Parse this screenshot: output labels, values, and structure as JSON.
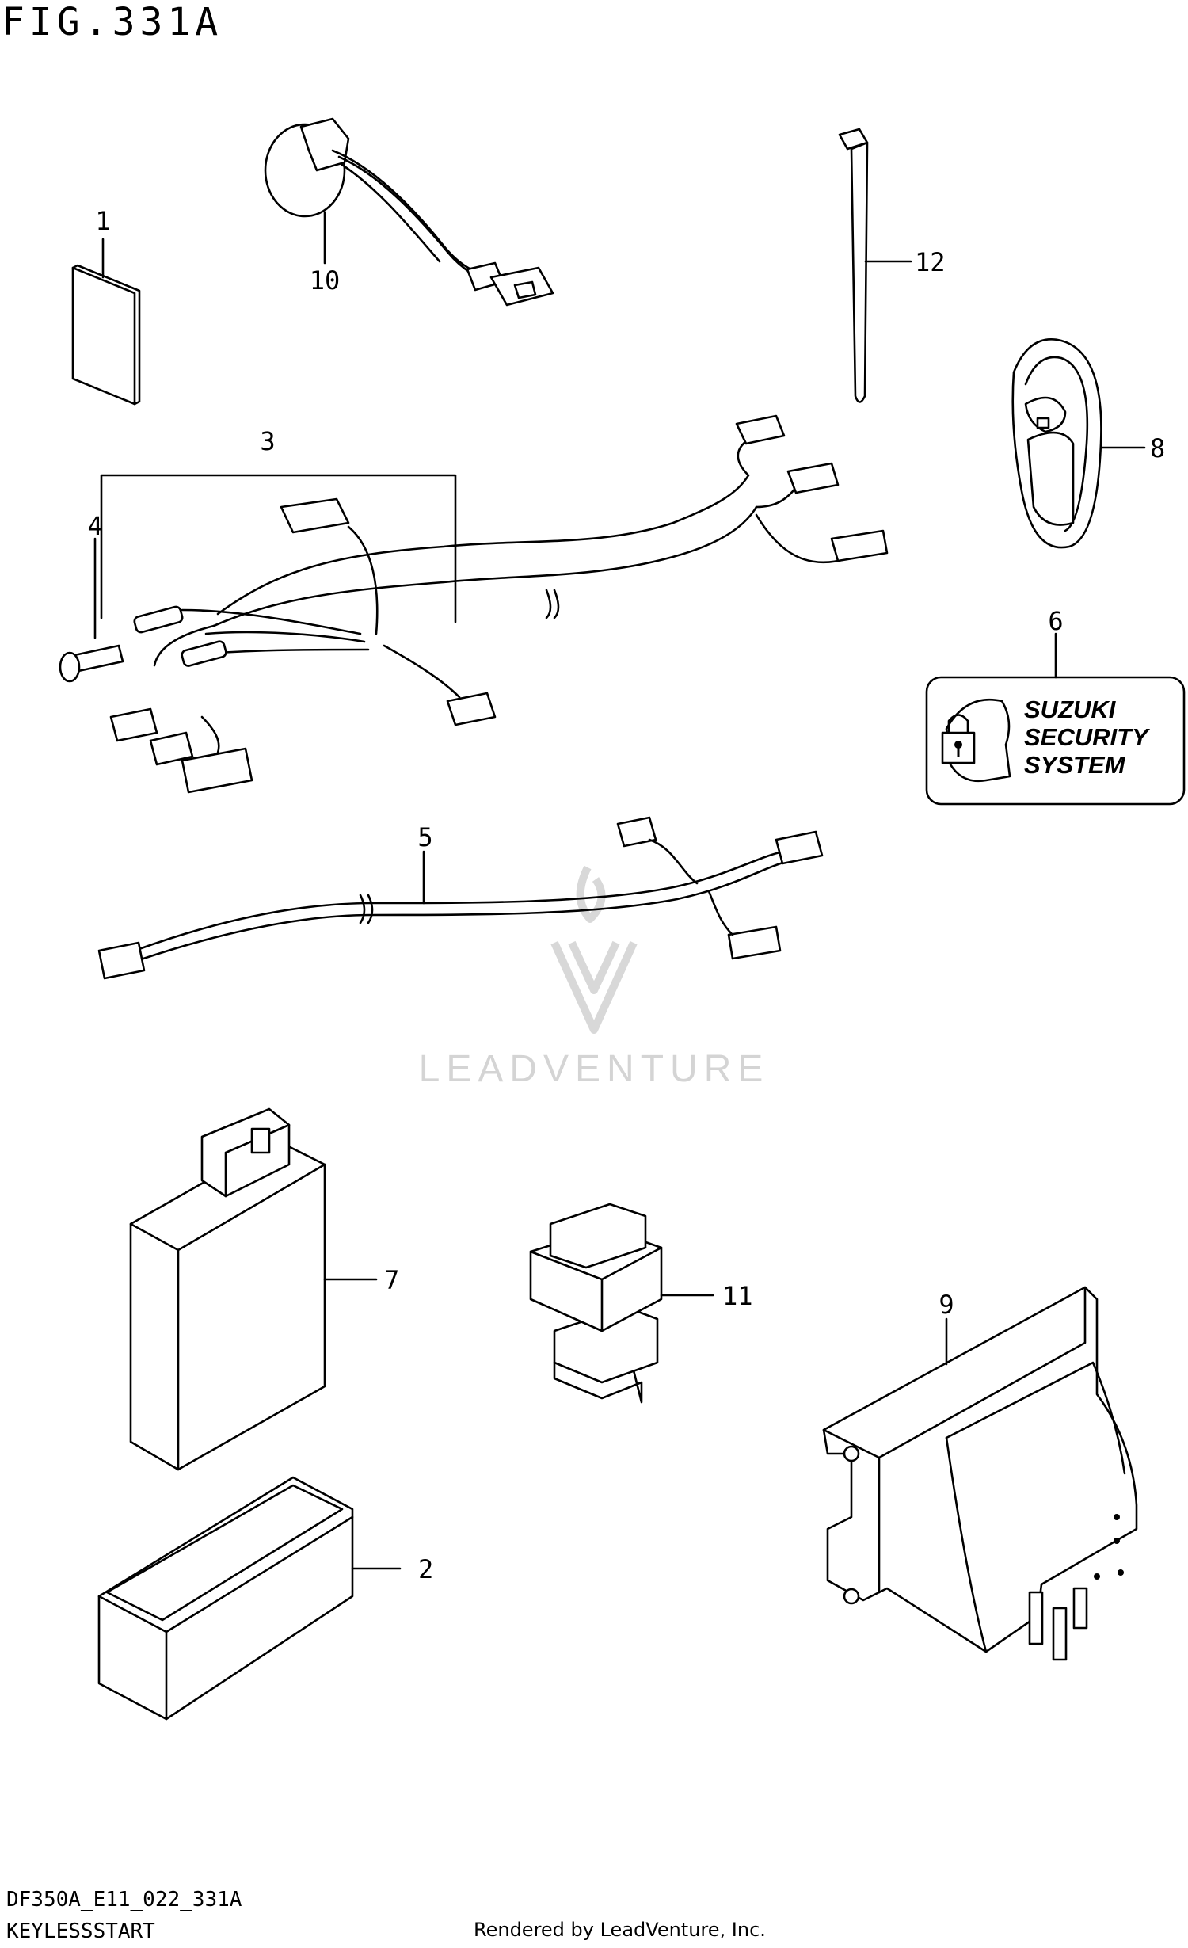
{
  "figure": {
    "title": "FIG.331A"
  },
  "callouts": [
    "1",
    "2",
    "3",
    "4",
    "5",
    "6",
    "7",
    "8",
    "9",
    "10",
    "11",
    "12"
  ],
  "badge": {
    "lines": [
      "SUZUKI",
      "SECURITY",
      "SYSTEM"
    ]
  },
  "watermark": {
    "text": "LEADVENTURE"
  },
  "footer": {
    "code": "DF350A_E11_022_331A",
    "name": "KEYLESSSTART",
    "credit": "Rendered by LeadVenture, Inc."
  }
}
